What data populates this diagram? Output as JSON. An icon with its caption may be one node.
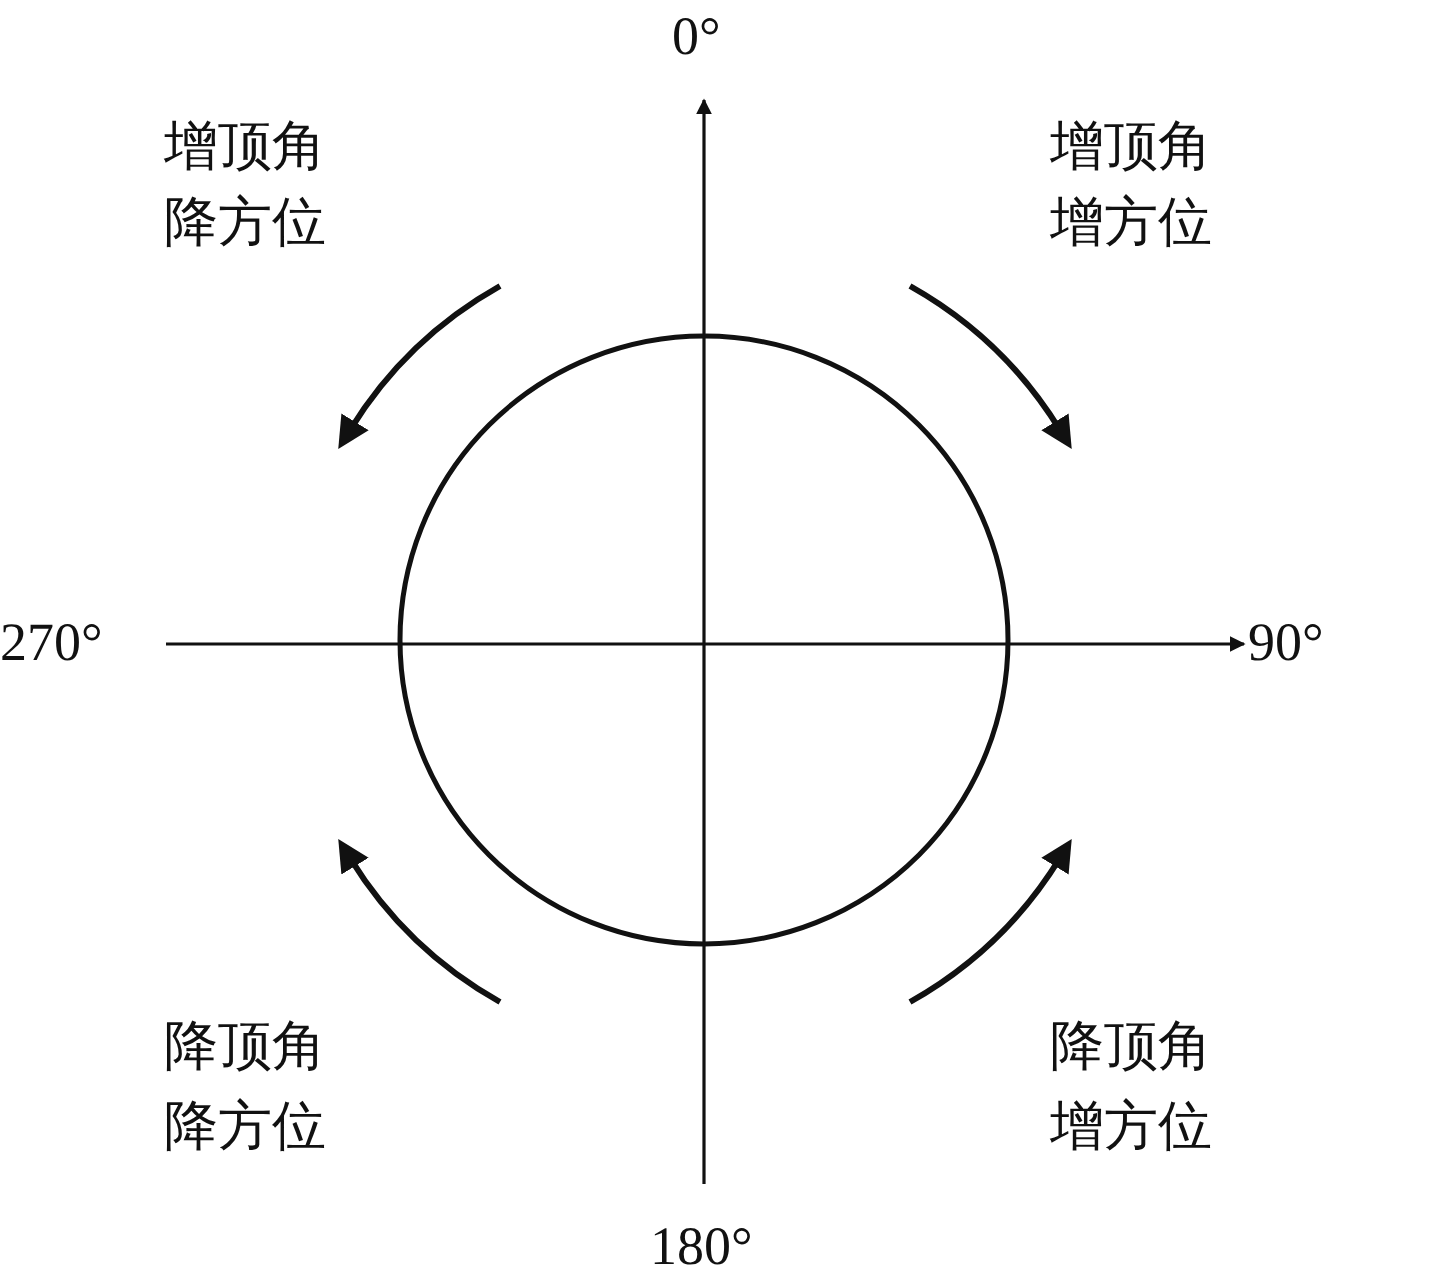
{
  "diagram": {
    "nodes": [
      {
        "text": [],
        "shape": "circle"
      }
    ],
    "labels": [
      "0°",
      "增顶角",
      "增顶角",
      "降方位",
      "增方位",
      "270°",
      "90°",
      "降顶角",
      "降顶角",
      "降方位",
      "增方位",
      "180°"
    ]
  }
}
